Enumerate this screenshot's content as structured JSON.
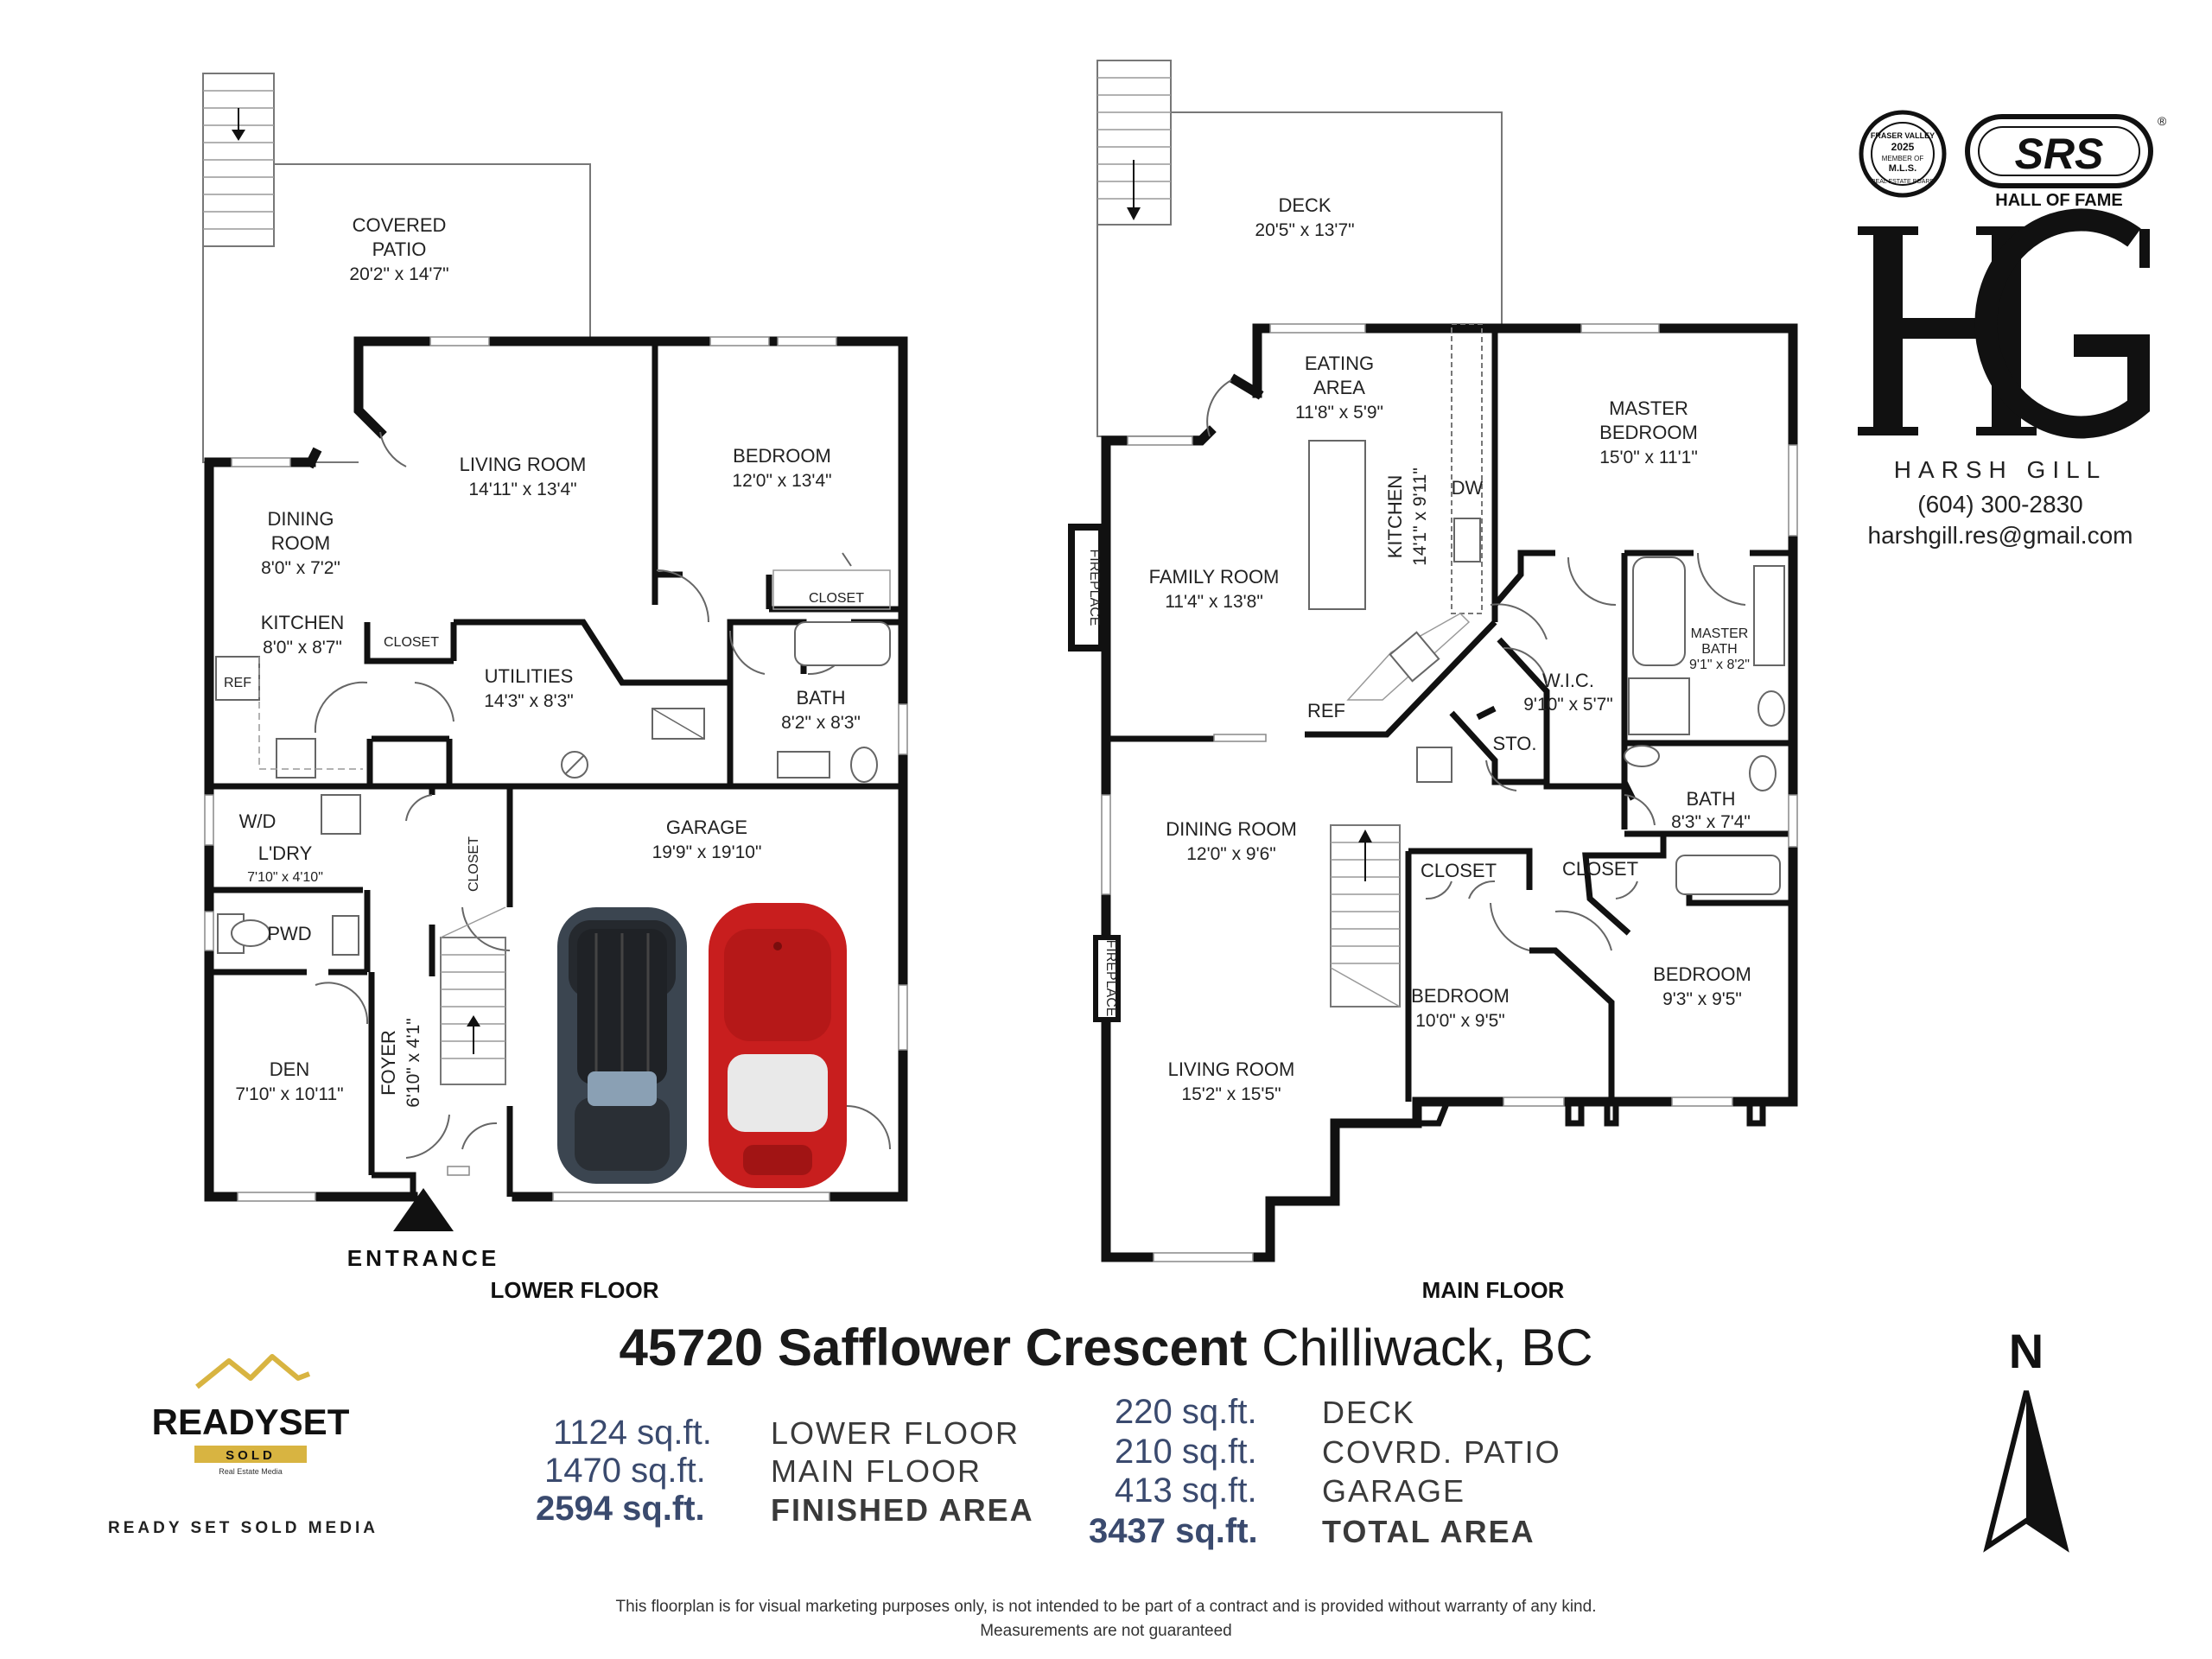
{
  "lower_floor": {
    "title": "LOWER FLOOR",
    "entrance": "ENTRANCE",
    "rooms": {
      "covered_patio": {
        "name1": "COVERED",
        "name2": "PATIO",
        "dim": "20'2\" x 14'7\""
      },
      "living_room": {
        "name": "LIVING ROOM",
        "dim": "14'11\" x 13'4\""
      },
      "bedroom": {
        "name": "BEDROOM",
        "dim": "12'0\" x 13'4\""
      },
      "dining_room": {
        "name1": "DINING",
        "name2": "ROOM",
        "dim": "8'0\" x 7'2\""
      },
      "kitchen": {
        "name": "KITCHEN",
        "dim": "8'0\" x 8'7\""
      },
      "closet_a": {
        "name": "CLOSET"
      },
      "closet_b": {
        "name": "CLOSET"
      },
      "closet_c": {
        "name": "CLOSET"
      },
      "ref": {
        "name": "REF"
      },
      "utilities": {
        "name": "UTILITIES",
        "dim": "14'3\" x 8'3\""
      },
      "bath": {
        "name": "BATH",
        "dim": "8'2\" x 8'3\""
      },
      "wd": {
        "name": "W/D"
      },
      "laundry": {
        "name": "L'DRY",
        "dim": "7'10\" x 4'10\""
      },
      "pwd": {
        "name": "PWD"
      },
      "den": {
        "name": "DEN",
        "dim": "7'10\" x 10'11\""
      },
      "foyer": {
        "name": "FOYER",
        "dim": "6'10\" x 4'1\""
      },
      "garage": {
        "name": "GARAGE",
        "dim": "19'9\" x 19'10\""
      }
    }
  },
  "main_floor": {
    "title": "MAIN FLOOR",
    "rooms": {
      "deck": {
        "name": "DECK",
        "dim": "20'5\" x 13'7\""
      },
      "eating_area": {
        "name1": "EATING",
        "name2": "AREA",
        "dim": "11'8\" x 5'9\""
      },
      "kitchen": {
        "name": "KITCHEN",
        "dim": "14'1\" x 9'11\""
      },
      "dw": {
        "name": "DW"
      },
      "master_bedroom": {
        "name1": "MASTER",
        "name2": "BEDROOM",
        "dim": "15'0\" x 11'1\""
      },
      "family_room": {
        "name": "FAMILY ROOM",
        "dim": "11'4\" x 13'8\""
      },
      "fireplace_a": {
        "name": "FIREPLACE"
      },
      "fireplace_b": {
        "name": "FIREPLACE"
      },
      "ref": {
        "name": "REF"
      },
      "master_bath": {
        "name1": "MASTER",
        "name2": "BATH",
        "dim": "9'1\" x 8'2\""
      },
      "wic": {
        "name": "W.I.C.",
        "dim": "9'10\" x 5'7\""
      },
      "sto": {
        "name": "STO."
      },
      "bath": {
        "name": "BATH",
        "dim": "8'3\" x 7'4\""
      },
      "dining_room": {
        "name": "DINING ROOM",
        "dim": "12'0\" x 9'6\""
      },
      "closet_a": {
        "name": "CLOSET"
      },
      "closet_b": {
        "name": "CLOSET"
      },
      "bedroom_a": {
        "name": "BEDROOM",
        "dim": "10'0\" x 9'5\""
      },
      "bedroom_b": {
        "name": "BEDROOM",
        "dim": "9'3\" x 9'5\""
      },
      "living_room": {
        "name": "LIVING ROOM",
        "dim": "15'2\" x 15'5\""
      }
    }
  },
  "compass": {
    "label": "N"
  },
  "listing": {
    "address_bold": "45720 Safflower Crescent",
    "address_city": " Chilliwack, BC",
    "areas_left": [
      {
        "value": "1124 sq.ft.",
        "label": "LOWER FLOOR"
      },
      {
        "value": "1470 sq.ft.",
        "label": "MAIN FLOOR"
      },
      {
        "value": "2594 sq.ft.",
        "label": "FINISHED AREA"
      }
    ],
    "areas_right": [
      {
        "value": "220 sq.ft.",
        "label": "DECK"
      },
      {
        "value": "210 sq.ft.",
        "label": "COVRD. PATIO"
      },
      {
        "value": "413 sq.ft.",
        "label": "GARAGE"
      },
      {
        "value": "3437 sq.ft.",
        "label": "TOTAL AREA"
      }
    ]
  },
  "agent": {
    "monogram": "HG",
    "name": "HARSH GILL",
    "phone": "(604) 300-2830",
    "email": "harshgill.res@gmail.com",
    "badge_fv": {
      "top": "FRASER VALLEY",
      "year": "2025",
      "member": "MEMBER OF",
      "mls": "M.L.S.",
      "bottom": "REAL ESTATE BOARD"
    },
    "badge_srs": {
      "logo": "SRS",
      "caption": "HALL OF FAME"
    }
  },
  "media": {
    "logo_main": "READYSET",
    "logo_sub": "SOLD",
    "logo_tag": "Real Estate Media",
    "company": "READY SET SOLD MEDIA"
  },
  "disclaimer": {
    "line1": "This floorplan is for visual marketing purposes only, is not intended to be part of a contract and is provided without warranty of any kind.",
    "line2": "Measurements are not guaranteed"
  },
  "colors": {
    "accent_navy": "#3a4a6e",
    "logo_gold": "#d8b441",
    "car_red": "#c81e1e",
    "car_dark": "#3b4550"
  }
}
